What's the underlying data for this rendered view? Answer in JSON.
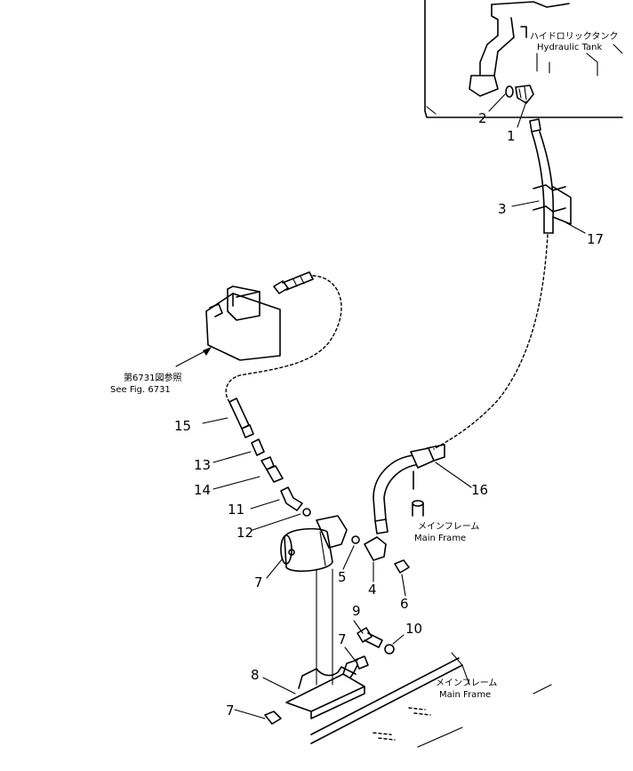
{
  "labels": {
    "hydraulic_tank_jp": "ハイドロリックタンク",
    "hydraulic_tank_en": "Hydraulic Tank",
    "see_fig_jp": "第6731図参照",
    "see_fig_en": "See Fig. 6731",
    "main_frame_jp_1": "メインフレーム",
    "main_frame_en_1": "Main Frame",
    "main_frame_jp_2": "メインフレーム",
    "main_frame_en_2": "Main Frame"
  },
  "callouts": {
    "c1": "1",
    "c2": "2",
    "c3": "3",
    "c4": "4",
    "c5": "5",
    "c6": "6",
    "c7a": "7",
    "c7b": "7",
    "c7c": "7",
    "c8": "8",
    "c9": "9",
    "c10": "10",
    "c11": "11",
    "c12": "12",
    "c13": "13",
    "c14": "14",
    "c15": "15",
    "c16": "16",
    "c17": "17"
  }
}
